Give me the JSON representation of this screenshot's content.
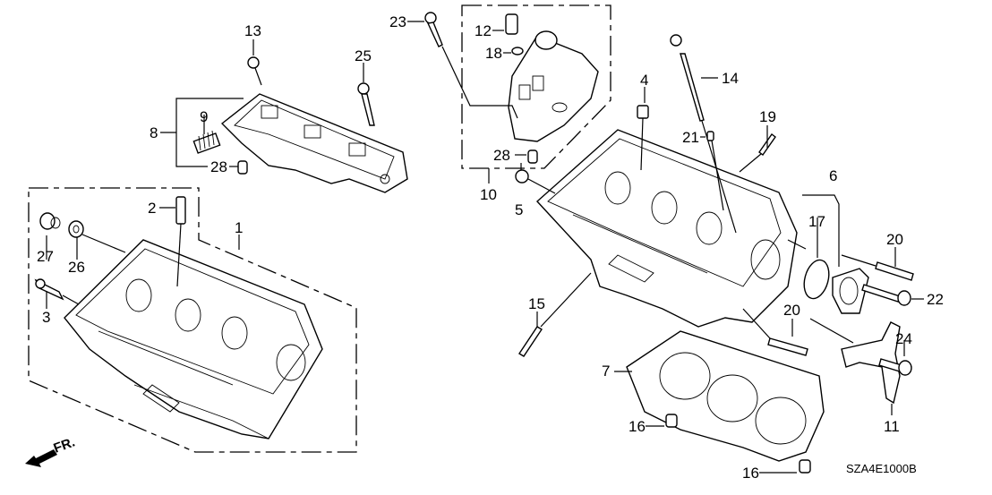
{
  "diagram": {
    "title": "Cylinder head exploded parts diagram (rear)",
    "diagram_code": "SZA4E1000B",
    "direction_indicator": "FR.",
    "callouts": [
      {
        "id": "c1",
        "label": "1"
      },
      {
        "id": "c2",
        "label": "2"
      },
      {
        "id": "c3",
        "label": "3"
      },
      {
        "id": "c4",
        "label": "4"
      },
      {
        "id": "c5",
        "label": "5"
      },
      {
        "id": "c6",
        "label": "6"
      },
      {
        "id": "c7",
        "label": "7"
      },
      {
        "id": "c8",
        "label": "8"
      },
      {
        "id": "c9",
        "label": "9"
      },
      {
        "id": "c10",
        "label": "10"
      },
      {
        "id": "c11",
        "label": "11"
      },
      {
        "id": "c12",
        "label": "12"
      },
      {
        "id": "c13",
        "label": "13"
      },
      {
        "id": "c14",
        "label": "14"
      },
      {
        "id": "c15",
        "label": "15"
      },
      {
        "id": "c16a",
        "label": "16"
      },
      {
        "id": "c16b",
        "label": "16"
      },
      {
        "id": "c17",
        "label": "17"
      },
      {
        "id": "c18",
        "label": "18"
      },
      {
        "id": "c19",
        "label": "19"
      },
      {
        "id": "c20a",
        "label": "20"
      },
      {
        "id": "c20b",
        "label": "20"
      },
      {
        "id": "c21",
        "label": "21"
      },
      {
        "id": "c22",
        "label": "22"
      },
      {
        "id": "c23",
        "label": "23"
      },
      {
        "id": "c24",
        "label": "24"
      },
      {
        "id": "c25",
        "label": "25"
      },
      {
        "id": "c26",
        "label": "26"
      },
      {
        "id": "c27",
        "label": "27"
      },
      {
        "id": "c28a",
        "label": "28"
      },
      {
        "id": "c28b",
        "label": "28"
      }
    ]
  }
}
